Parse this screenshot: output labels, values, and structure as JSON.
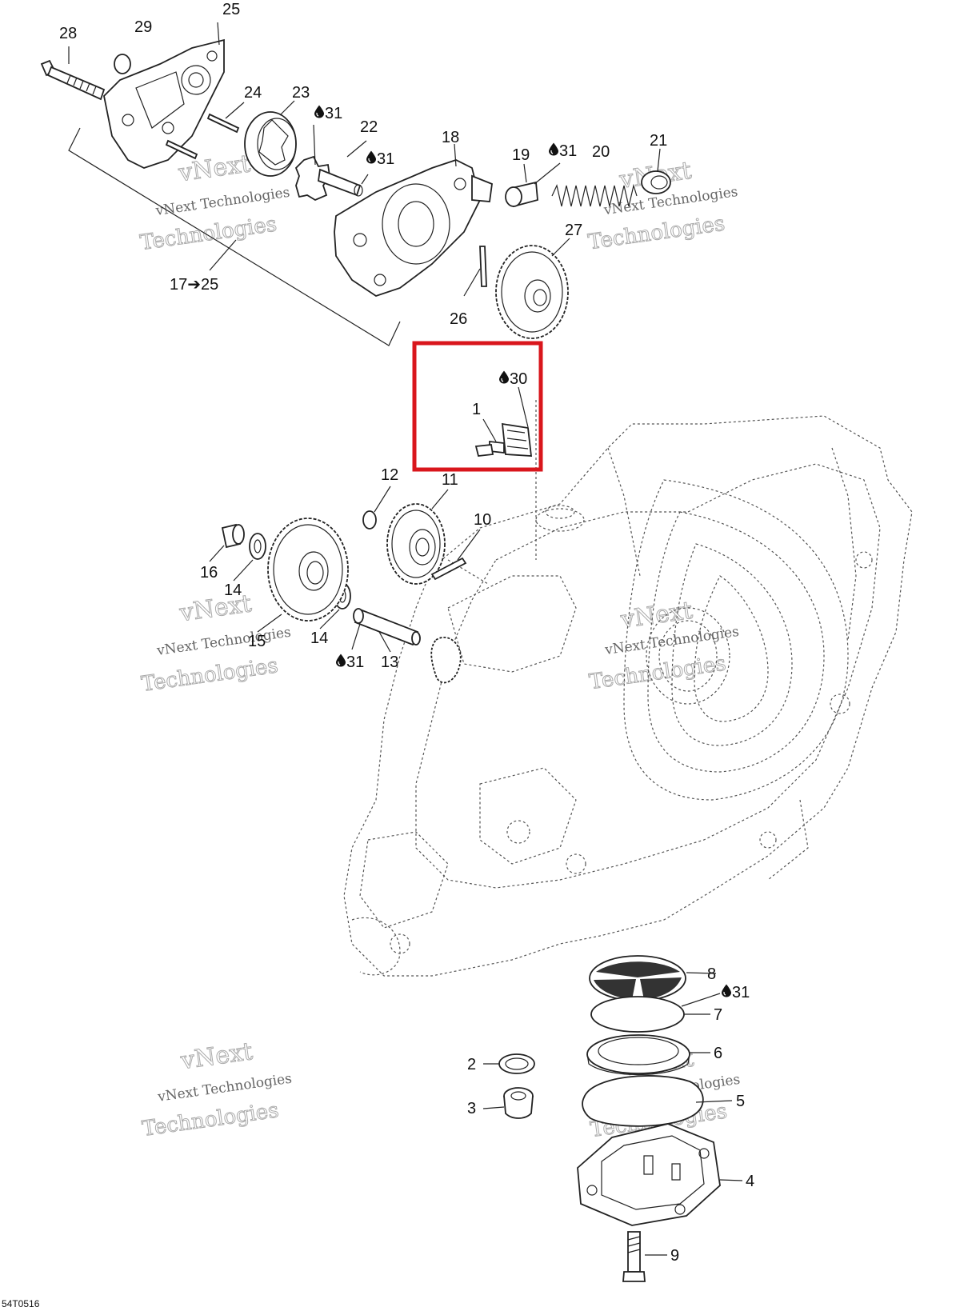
{
  "labels": {
    "l28": "28",
    "l29": "29",
    "l25": "25",
    "l24": "24",
    "l23": "23",
    "l22": "22",
    "l18": "18",
    "l19": "19",
    "l20": "20",
    "l21": "21",
    "l27": "27",
    "l26": "26",
    "l17_25": "17➔25",
    "l30": "30",
    "l1": "1",
    "l12": "12",
    "l11": "11",
    "l10": "10",
    "l16": "16",
    "l14a": "14",
    "l14b": "14",
    "l15": "15",
    "l13": "13",
    "l31a": "31",
    "l31b": "31",
    "l31c": "31",
    "l31d": "31",
    "l31e": "31",
    "l8": "8",
    "l7": "7",
    "l6": "6",
    "l5": "5",
    "l4": "4",
    "l9": "9",
    "l2": "2",
    "l3": "3"
  },
  "watermark": {
    "line1": "vNext",
    "line2": "vNext Technologies",
    "line3": "Technologies"
  },
  "figure_code": "54T0516",
  "colors": {
    "highlight": "#d9161c",
    "ink": "#222222"
  },
  "icons": {
    "lubricant": "oil-drop-icon"
  }
}
